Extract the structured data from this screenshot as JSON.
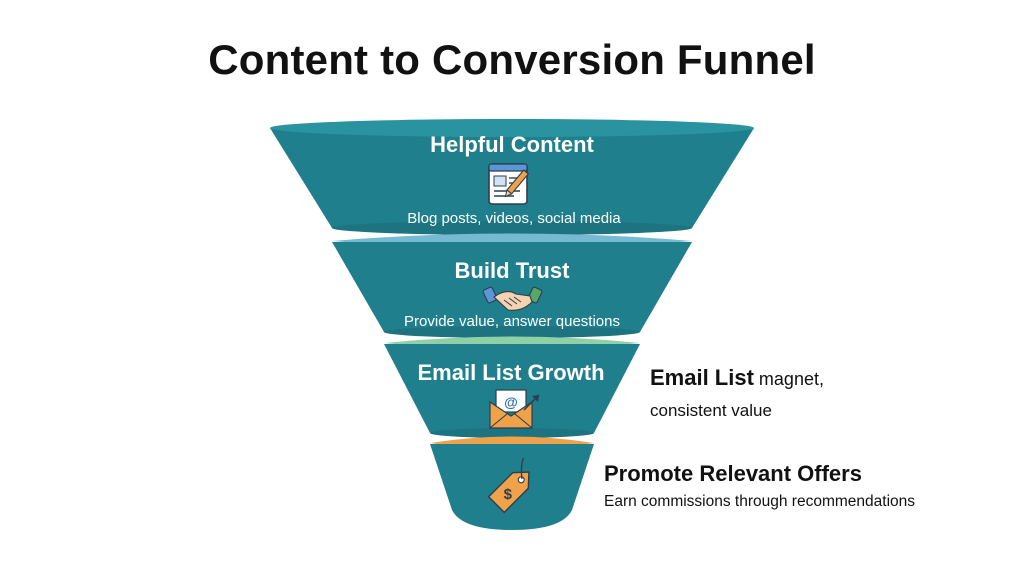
{
  "title": "Content to Conversion Funnel",
  "colors": {
    "teal": "#1f7f8c",
    "teal_rim": "#2a93a0",
    "blue_band": "#76b9d3",
    "green_band": "#8fd0a6",
    "orange_band": "#f0a24a",
    "icon_orange": "#f0a24a"
  },
  "stages": [
    {
      "title": "Helpful Content",
      "desc": "Blog posts, videos, social media",
      "icon": "document-pencil-icon"
    },
    {
      "title": "Build Trust",
      "desc": "Provide value, answer questions",
      "icon": "handshake-icon"
    },
    {
      "title": "Email List Growth",
      "desc": "",
      "icon": "email-envelope-icon"
    },
    {
      "title": "",
      "desc": "",
      "icon": "price-tag-icon"
    }
  ],
  "side_notes": {
    "email_bold": "Email List",
    "email_rest": " magnet,",
    "email_line2": "consistent value",
    "offers_title": "Promote Relevant Offers",
    "offers_sub": "Earn commissions through recommendations"
  }
}
